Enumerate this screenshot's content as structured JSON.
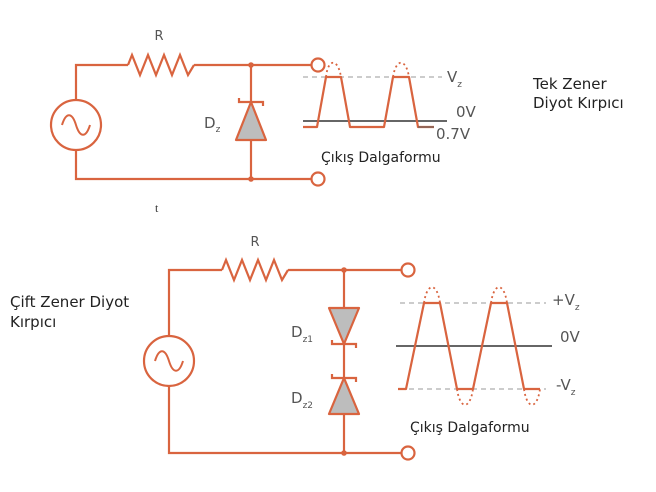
{
  "colors": {
    "wire": "#d9643f",
    "diode_fill": "#bdbdbd",
    "axis": "#666666",
    "ref_dash": "#bbbbbb",
    "clipped_dots": "#d9643f"
  },
  "top_circuit": {
    "resistor_label": "R",
    "diode_label_main": "D",
    "diode_label_sub": "z",
    "waveform": {
      "level_vz_main": "V",
      "level_vz_sub": "z",
      "level_0v": "0V",
      "level_neg": "0.7V"
    },
    "output_caption": "Çıkış Dalgaformu",
    "title_line1": "Tek Zener",
    "title_line2": "Diyot Kırpıcı"
  },
  "stray_mark": "t",
  "bottom_circuit": {
    "resistor_label": "R",
    "diode1_label_main": "D",
    "diode1_label_sub": "z1",
    "diode2_label_main": "D",
    "diode2_label_sub": "z2",
    "waveform": {
      "level_pos_main": "+V",
      "level_pos_sub": "z",
      "level_0v": "0V",
      "level_neg_main": "-V",
      "level_neg_sub": "z"
    },
    "output_caption": "Çıkış Dalgaformu",
    "title_line1": "Çift Zener Diyot",
    "title_line2": "Kırpıcı"
  }
}
